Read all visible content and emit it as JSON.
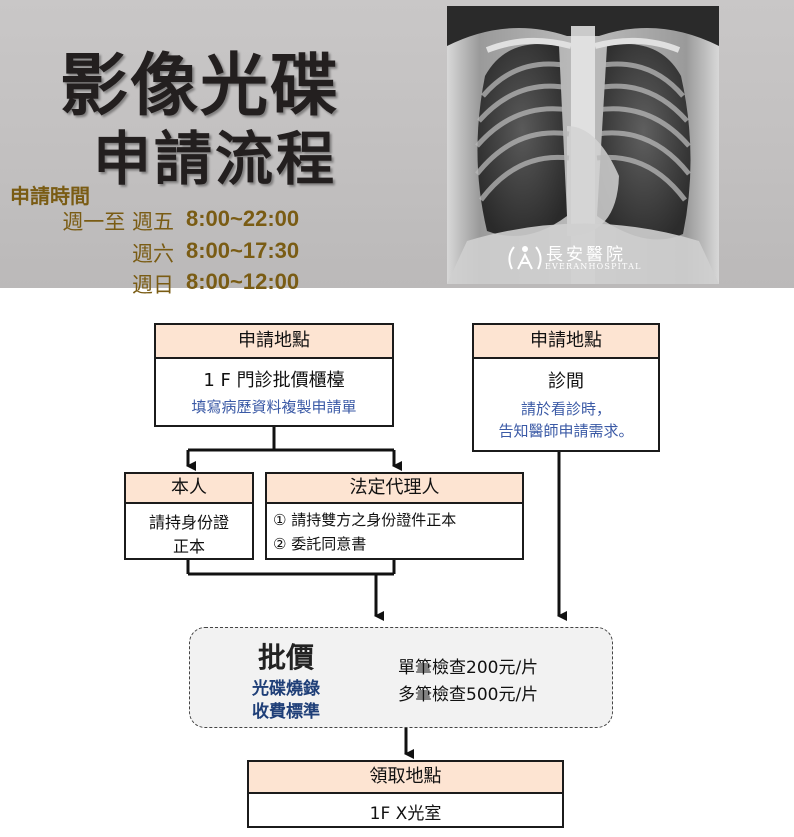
{
  "header": {
    "title_line1": "影像光碟",
    "title_line2": "申請流程",
    "hours_label": "申請時間",
    "hours": [
      {
        "day": "週一至 週五",
        "time": "8:00~22:00"
      },
      {
        "day": "週六",
        "time": "8:00~17:30"
      },
      {
        "day": "週日",
        "time": "8:00~12:00"
      }
    ]
  },
  "logo": {
    "name": "長安醫院",
    "english": "EVERANHOSPITAL"
  },
  "flow": {
    "left_location": {
      "header": "申請地點",
      "line1": "1 F 門診批價櫃檯",
      "line2": "填寫病歷資料複製申請單"
    },
    "right_location": {
      "header": "申請地點",
      "line1": "診間",
      "line2": "請於看診時，",
      "line3": "告知醫師申請需求。"
    },
    "self": {
      "header": "本人",
      "line1": "請持身份證",
      "line2": "正本"
    },
    "agent": {
      "header": "法定代理人",
      "item1": "① 請持雙方之身份證件正本",
      "item2": "② 委託同意書"
    },
    "billing": {
      "title": "批價",
      "sub1": "光碟燒錄",
      "sub2": "收費標準",
      "fee1": "單筆檢查200元/片",
      "fee2": "多筆檢查500元/片"
    },
    "pickup": {
      "header": "領取地點",
      "line1": "1F X光室"
    }
  },
  "colors": {
    "header_fill": "#fde4d2",
    "hours_text": "#7a5c14",
    "note_blue": "#3b5aa6",
    "billing_bg": "#f2f2f2"
  }
}
